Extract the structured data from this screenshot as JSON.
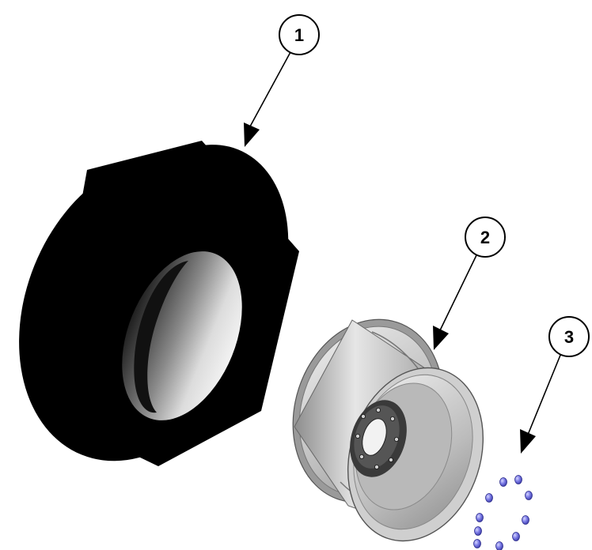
{
  "callouts": [
    {
      "label": "1",
      "part": "tire"
    },
    {
      "label": "2",
      "part": "wheel-rim"
    },
    {
      "label": "3",
      "part": "lug-nuts"
    }
  ],
  "colors": {
    "tire": "#000000",
    "rim_light": "#d9d9d9",
    "rim_mid": "#a9a9a9",
    "rim_dark": "#6f6f6f",
    "hub": "#3a3a3a",
    "lug_nut": "#6b6bdc",
    "lug_nut_highlight": "#c9c9ff",
    "line": "#000000"
  },
  "icons": {
    "arrowhead": "filled-triangle-arrowhead",
    "callout": "circle-balloon"
  }
}
